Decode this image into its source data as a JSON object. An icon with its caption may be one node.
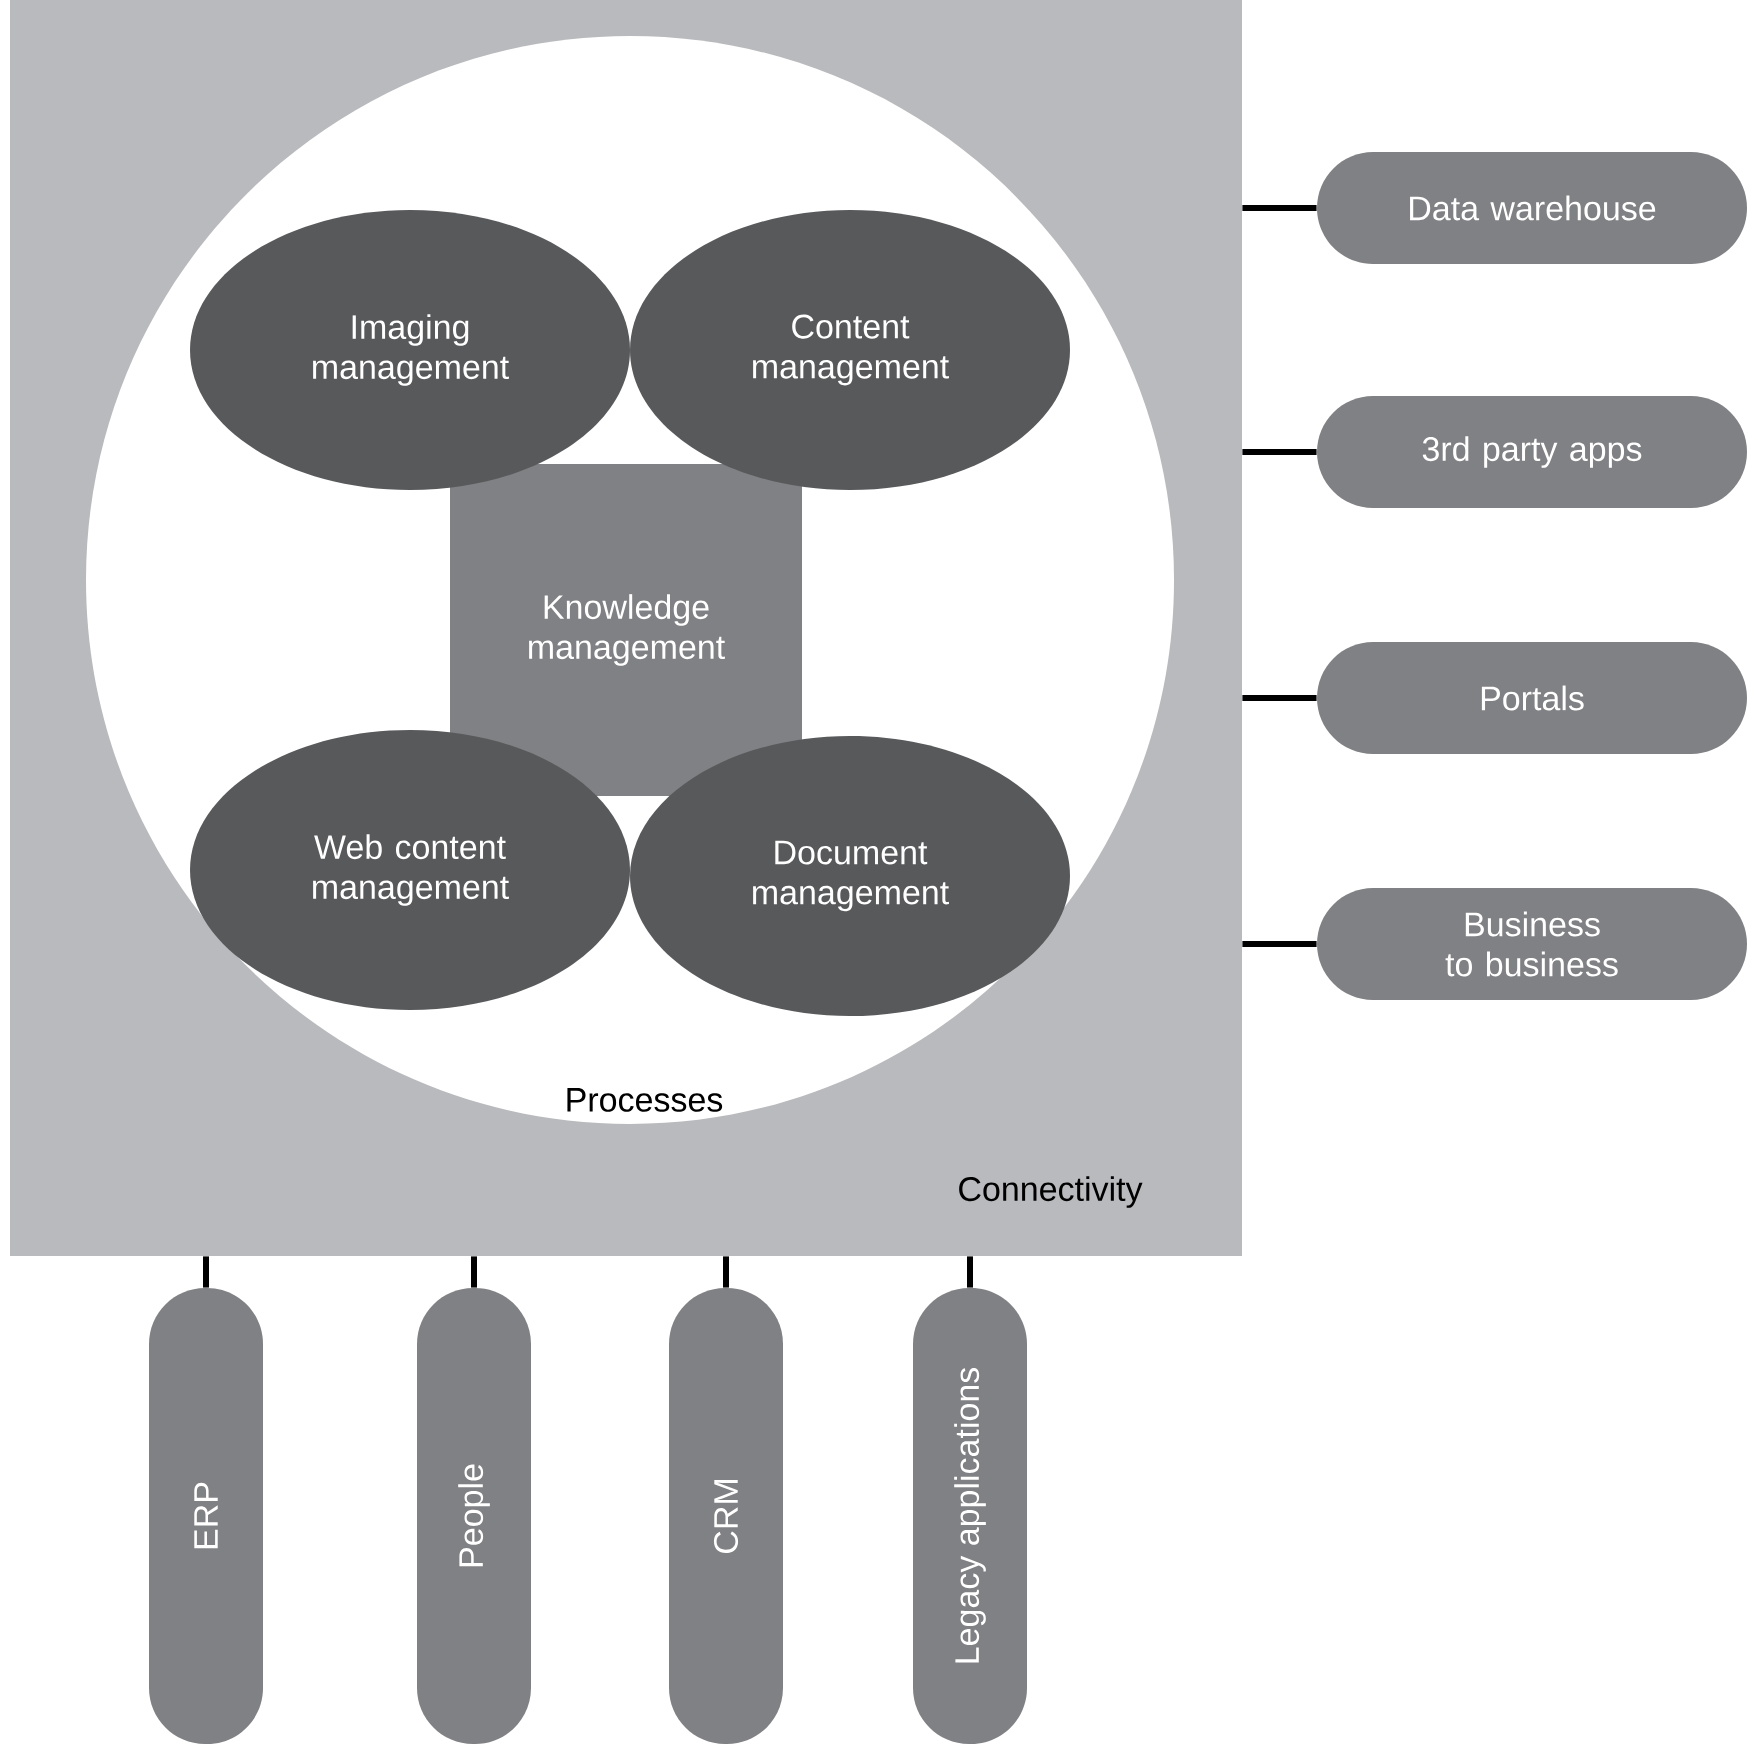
{
  "diagram": {
    "nodes": [
      {
        "text": [
          "Connectivity"
        ]
      },
      {
        "text": [
          "Processes"
        ],
        "in": 0
      },
      {
        "text": [
          "Imaging management"
        ],
        "in": 1
      },
      {
        "text": [
          "Content management"
        ],
        "in": 1
      },
      {
        "text": [
          "Knowledge management"
        ],
        "in": 1
      },
      {
        "text": [
          "Web content management"
        ],
        "in": 1
      },
      {
        "text": [
          "Document management"
        ],
        "in": 1
      },
      {
        "text": [
          "Data warehouse"
        ]
      },
      {
        "text": [
          "3rd party apps"
        ]
      },
      {
        "text": [
          "Portals"
        ]
      },
      {
        "text": [
          "Business to business"
        ]
      },
      {
        "text": [
          "ERP"
        ]
      },
      {
        "text": [
          "People"
        ]
      },
      {
        "text": [
          "CRM"
        ]
      },
      {
        "text": [
          "Legacy applications"
        ]
      }
    ],
    "edges": [
      {
        "from": 0,
        "to": 7,
        "arrow": "none"
      },
      {
        "from": 0,
        "to": 8,
        "arrow": "none"
      },
      {
        "from": 0,
        "to": 9,
        "arrow": "none"
      },
      {
        "from": 0,
        "to": 10,
        "arrow": "none"
      },
      {
        "from": 0,
        "to": 11,
        "arrow": "none"
      },
      {
        "from": 0,
        "to": 12,
        "arrow": "none"
      },
      {
        "from": 0,
        "to": 13,
        "arrow": "none"
      },
      {
        "from": 0,
        "to": 14,
        "arrow": "none"
      }
    ]
  }
}
